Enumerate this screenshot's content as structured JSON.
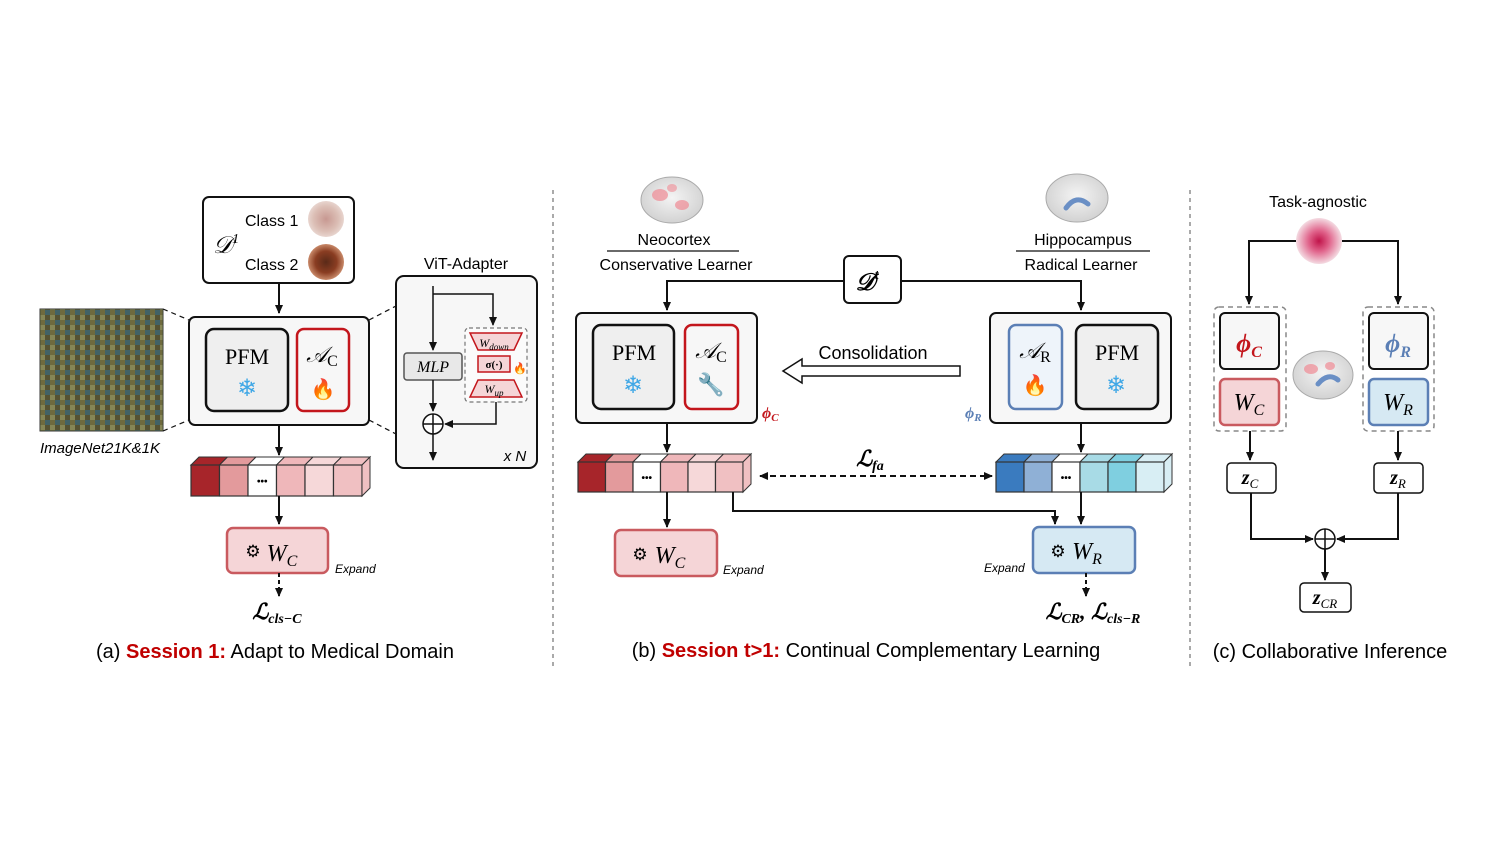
{
  "colors": {
    "red": "#c3161c",
    "red_fill": "#f5d5d7",
    "blue": "#5b7fb5",
    "blue_fill": "#d6e9f3",
    "box_fill": "#efefef",
    "dark": "#111111",
    "session_red": "#c00000"
  },
  "panel_a": {
    "dataset_symbol": "𝒟",
    "dataset_sup": "1",
    "class1_label": "Class 1",
    "class2_label": "Class 2",
    "pfm_label": "PFM",
    "adapter_symbol": "𝒜",
    "adapter_sub": "C",
    "imagenet_label": "ImageNet21K&1K",
    "vit_adapter_title": "ViT-Adapter",
    "mlp_label": "MLP",
    "w_down_label": "W",
    "w_down_sub": "down",
    "sigma_label": "σ(·)",
    "w_up_label": "W",
    "w_up_sub": "up",
    "repeat_label": "x N",
    "ellipsis": "•••",
    "classifier_W": "W",
    "classifier_sub": "C",
    "expand_label": "Expand",
    "loss_symbol": "ℒ",
    "loss_sub": "cls−C",
    "caption_prefix": "(a) ",
    "caption_session": "Session 1:",
    "caption_text": " Adapt to Medical Domain",
    "feature_colors": [
      "#a7252a",
      "#e39a9c",
      "#ffffff",
      "#efb7ba",
      "#f6d8d9",
      "#f0c0c2"
    ]
  },
  "panel_b": {
    "neocortex_label": "Neocortex",
    "conservative_label": "Conservative Learner",
    "hippocampus_label": "Hippocampus",
    "radical_label": "Radical Learner",
    "dataset_symbol": "𝒟",
    "dataset_sup": "t",
    "consolidation_label": "Consolidation",
    "pfm_label": "PFM",
    "adapter_c_symbol": "𝒜",
    "adapter_c_sub": "C",
    "adapter_r_symbol": "𝒜",
    "adapter_r_sub": "R",
    "phi_c_label": "ϕ",
    "phi_c_sub": "C",
    "phi_r_label": "ϕ",
    "phi_r_sub": "R",
    "lfa_symbol": "ℒ",
    "lfa_sub": "fa",
    "ellipsis": "•••",
    "wc_label": "W",
    "wc_sub": "C",
    "wr_label": "W",
    "wr_sub": "R",
    "expand_label": "Expand",
    "loss_cr_symbol": "ℒ",
    "loss_cr_sub": "CR",
    "loss_sep": ", ",
    "loss_clsr_symbol": "ℒ",
    "loss_clsr_sub": "cls−R",
    "caption_prefix": "(b) ",
    "caption_session": "Session t>1:",
    "caption_text": " Continual Complementary Learning",
    "c_feature_colors": [
      "#a7252a",
      "#e39a9c",
      "#ffffff",
      "#efb7ba",
      "#f6d8d9",
      "#f0c0c2"
    ],
    "r_feature_colors": [
      "#3a7bbf",
      "#8fb0d6",
      "#ffffff",
      "#a8dbe6",
      "#7fcfe0",
      "#d8eef4"
    ]
  },
  "panel_c": {
    "task_agnostic_label": "Task-agnostic",
    "phi_c_label": "ϕ",
    "phi_c_sub": "C",
    "phi_r_label": "ϕ",
    "phi_r_sub": "R",
    "wc_label": "W",
    "wc_sub": "C",
    "wr_label": "W",
    "wr_sub": "R",
    "zc_label": "z",
    "zc_sub": "C",
    "zr_label": "z",
    "zr_sub": "R",
    "zcr_label": "z",
    "zcr_sub": "CR",
    "caption_text": "(c) Collaborative Inference"
  }
}
